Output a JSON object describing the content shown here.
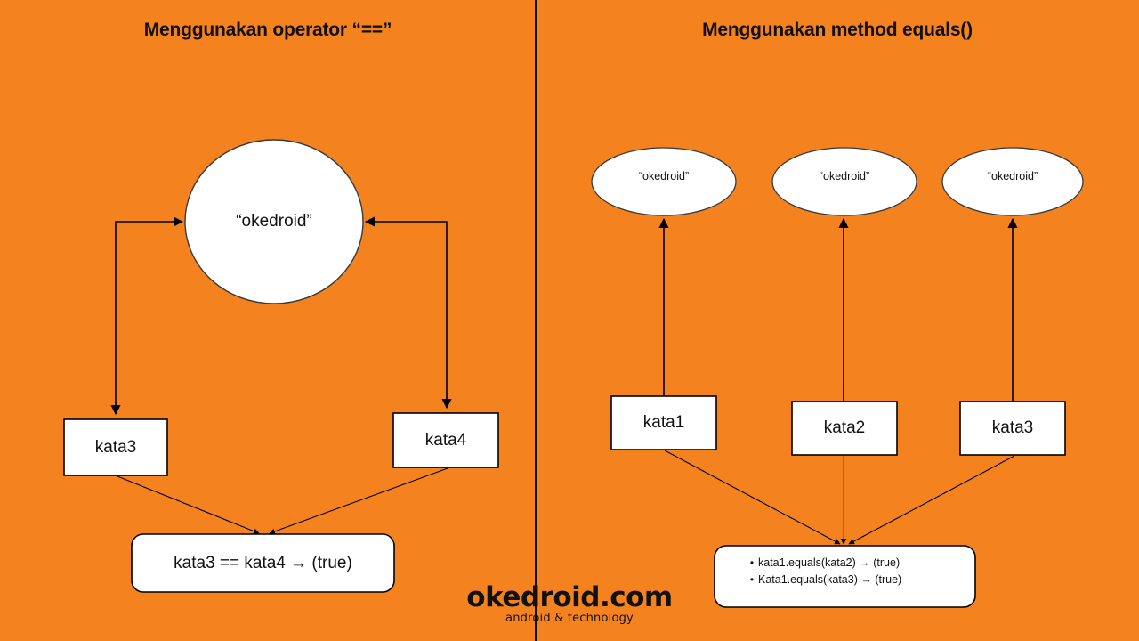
{
  "background_color": "#F4821F",
  "shape_fill": "#FFFFFF",
  "stroke_color": "#000000",
  "divider": {
    "label": "vertical-divider"
  },
  "panels": {
    "left": {
      "title": "Menggunakan operator “==”",
      "circle": {
        "label": "“okedroid”"
      },
      "boxes": [
        {
          "label": "kata3"
        },
        {
          "label": "kata4"
        }
      ],
      "result": {
        "label": "kata3 == kata4 → (true)"
      }
    },
    "right": {
      "title": "Menggunakan method equals()",
      "ellipses": [
        {
          "label": "“okedroid”"
        },
        {
          "label": "“okedroid”"
        },
        {
          "label": "“okedroid”"
        }
      ],
      "boxes": [
        {
          "label": "kata1"
        },
        {
          "label": "kata2"
        },
        {
          "label": "kata3"
        }
      ],
      "result": {
        "bullets": [
          "kata1.equals(kata2) → (true)",
          "Kata1.equals(kata3) → (true)"
        ]
      }
    }
  },
  "watermark": {
    "main": "okedroid.com",
    "sub": "android & technology"
  }
}
